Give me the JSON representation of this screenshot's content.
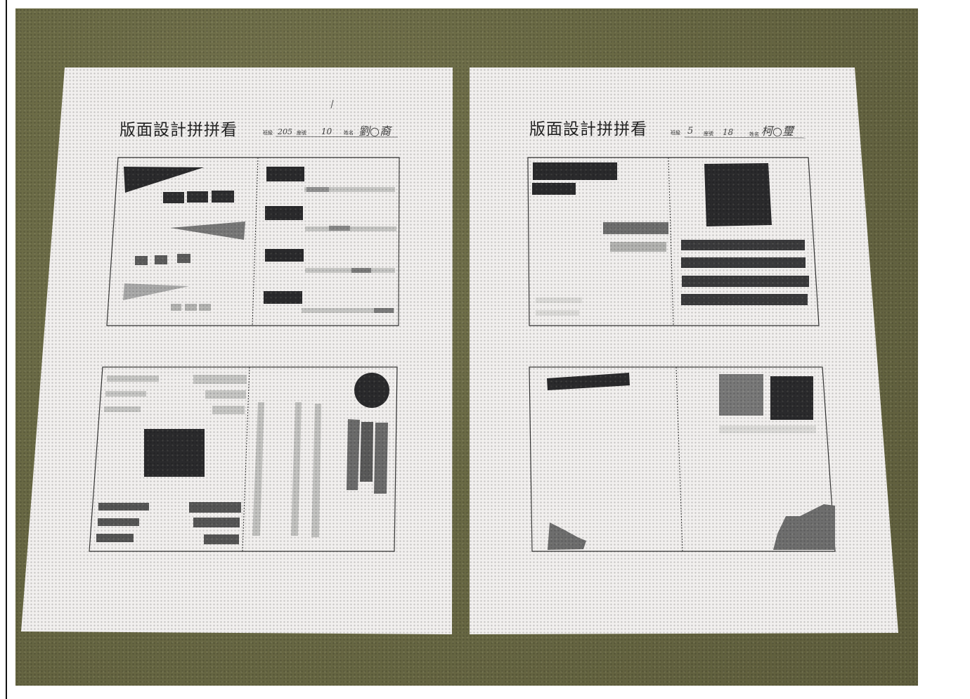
{
  "sheets": [
    {
      "title": "版面設計拼拼看",
      "class_label": "班級",
      "seat_label": "座號",
      "name_label": "姓名",
      "class_value": "205",
      "seat_value": "10",
      "name_value": "劉○裔"
    },
    {
      "title": "版面設計拼拼看",
      "class_label": "班級",
      "seat_label": "座號",
      "name_label": "姓名",
      "class_value": "5",
      "seat_value": "18",
      "name_value": "柯○璽"
    }
  ],
  "colors": {
    "carpet": "#66653f",
    "paper": "#f1efee",
    "ink_dark": "#2a2a2c",
    "ink_mid": "#707070",
    "ink_light": "#c2c2c0"
  }
}
